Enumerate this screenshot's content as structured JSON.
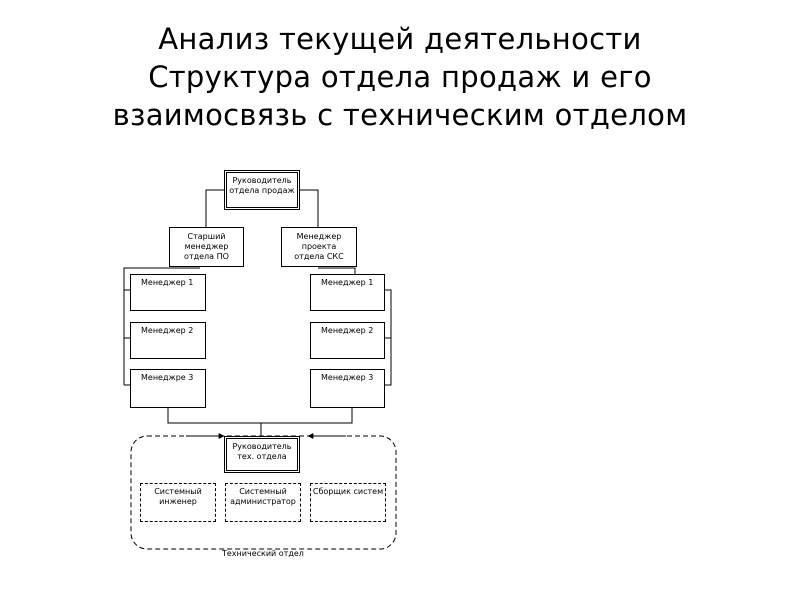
{
  "title": {
    "line1": "Анализ текущей деятельности",
    "line2": "Структура отдела продаж и его",
    "line3": "взаимосвязь с техническим отделом"
  },
  "org": {
    "head": "Руководитель\nотдела продаж",
    "senior_manager": "Старший\nменеджер\nотдела ПО",
    "project_manager": "Менеджер\nпроекта\nотдела СКС",
    "left_managers": [
      "Менеджер 1",
      "Менеджер 2",
      "Менеджре 3"
    ],
    "right_managers": [
      "Менеджер 1",
      "Менеджер 2",
      "Менеджер 3"
    ],
    "tech_head": "Руководитель\nтех. отдела",
    "tech_staff": [
      "Системный\nинженер",
      "Системный\nадминистратор",
      "Сборщик систем"
    ],
    "tech_department_label": "Технический отдел"
  }
}
